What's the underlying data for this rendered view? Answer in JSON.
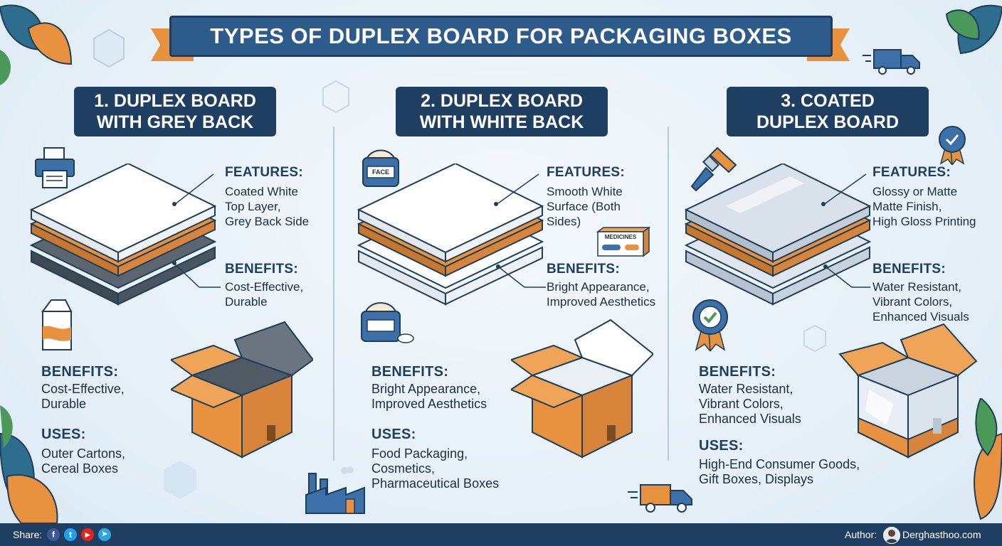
{
  "title": "TYPES OF DUPLEX BOARD FOR PACKAGING BOXES",
  "columns": [
    {
      "heading_line1": "1. DUPLEX BOARD",
      "heading_line2": "WITH GREY BACK",
      "features_label": "FEATURES:",
      "features": [
        "Coated White",
        "Top Layer,",
        "Grey Back Side"
      ],
      "benefits_label": "BENEFITS:",
      "benefits": [
        "Cost-Effective,",
        "Durable"
      ],
      "benefits2": [
        "Cost-Effective,",
        "Durable"
      ],
      "uses_label": "USES:",
      "uses": [
        "Outer Cartons,",
        "Cereal Boxes"
      ]
    },
    {
      "heading_line1": "2. DUPLEX BOARD",
      "heading_line2": "WITH WHITE BACK",
      "features_label": "FEATURES:",
      "features": [
        "Smooth White",
        "Surface (Both",
        "Sides)"
      ],
      "benefits_label": "BENEFITS:",
      "benefits": [
        "Bright Appearance,",
        "Improved Aesthetics"
      ],
      "benefits2": [
        "Bright Appearance,",
        "Improved Aesthetics"
      ],
      "uses_label": "USES:",
      "uses": [
        "Food Packaging,",
        "Cosmetics,",
        "Pharmaceutical Boxes"
      ],
      "jar_label": "FACE",
      "box_label": "MEDICINES"
    },
    {
      "heading_line1": "3. COATED",
      "heading_line2": "DUPLEX BOARD",
      "features_label": "FEATURES:",
      "features": [
        "Glossy or Matte",
        "Matte Finish,",
        "High Gloss Printing"
      ],
      "benefits_label": "BENEFITS:",
      "benefits": [
        "Water Resistant,",
        "Vibrant Colors,",
        "Enhanced Visuals"
      ],
      "benefits2": [
        "Water Resistant,",
        "Vibrant Colors,",
        "Enhanced Visuals"
      ],
      "uses_label": "USES:",
      "uses": [
        "High-End Consumer Goods,",
        "Gift Boxes, Displays"
      ]
    }
  ],
  "footer": {
    "share_label": "Share:",
    "social": [
      {
        "icon": "facebook-icon",
        "glyph": "f",
        "color": "#3b5998"
      },
      {
        "icon": "twitter-icon",
        "glyph": "t",
        "color": "#1da1f2"
      },
      {
        "icon": "youtube-icon",
        "glyph": "▶",
        "color": "#e62117"
      },
      {
        "icon": "telegram-icon",
        "glyph": "➤",
        "color": "#2ca5e0"
      }
    ],
    "author_label": "Author:",
    "author_site": "Derghasthoo.com"
  },
  "colors": {
    "navy": "#1f3f62",
    "banner": "#2c5b8c",
    "orange": "#e8913f",
    "grey_back": "#5c6670",
    "background": "#e6f0f8"
  }
}
